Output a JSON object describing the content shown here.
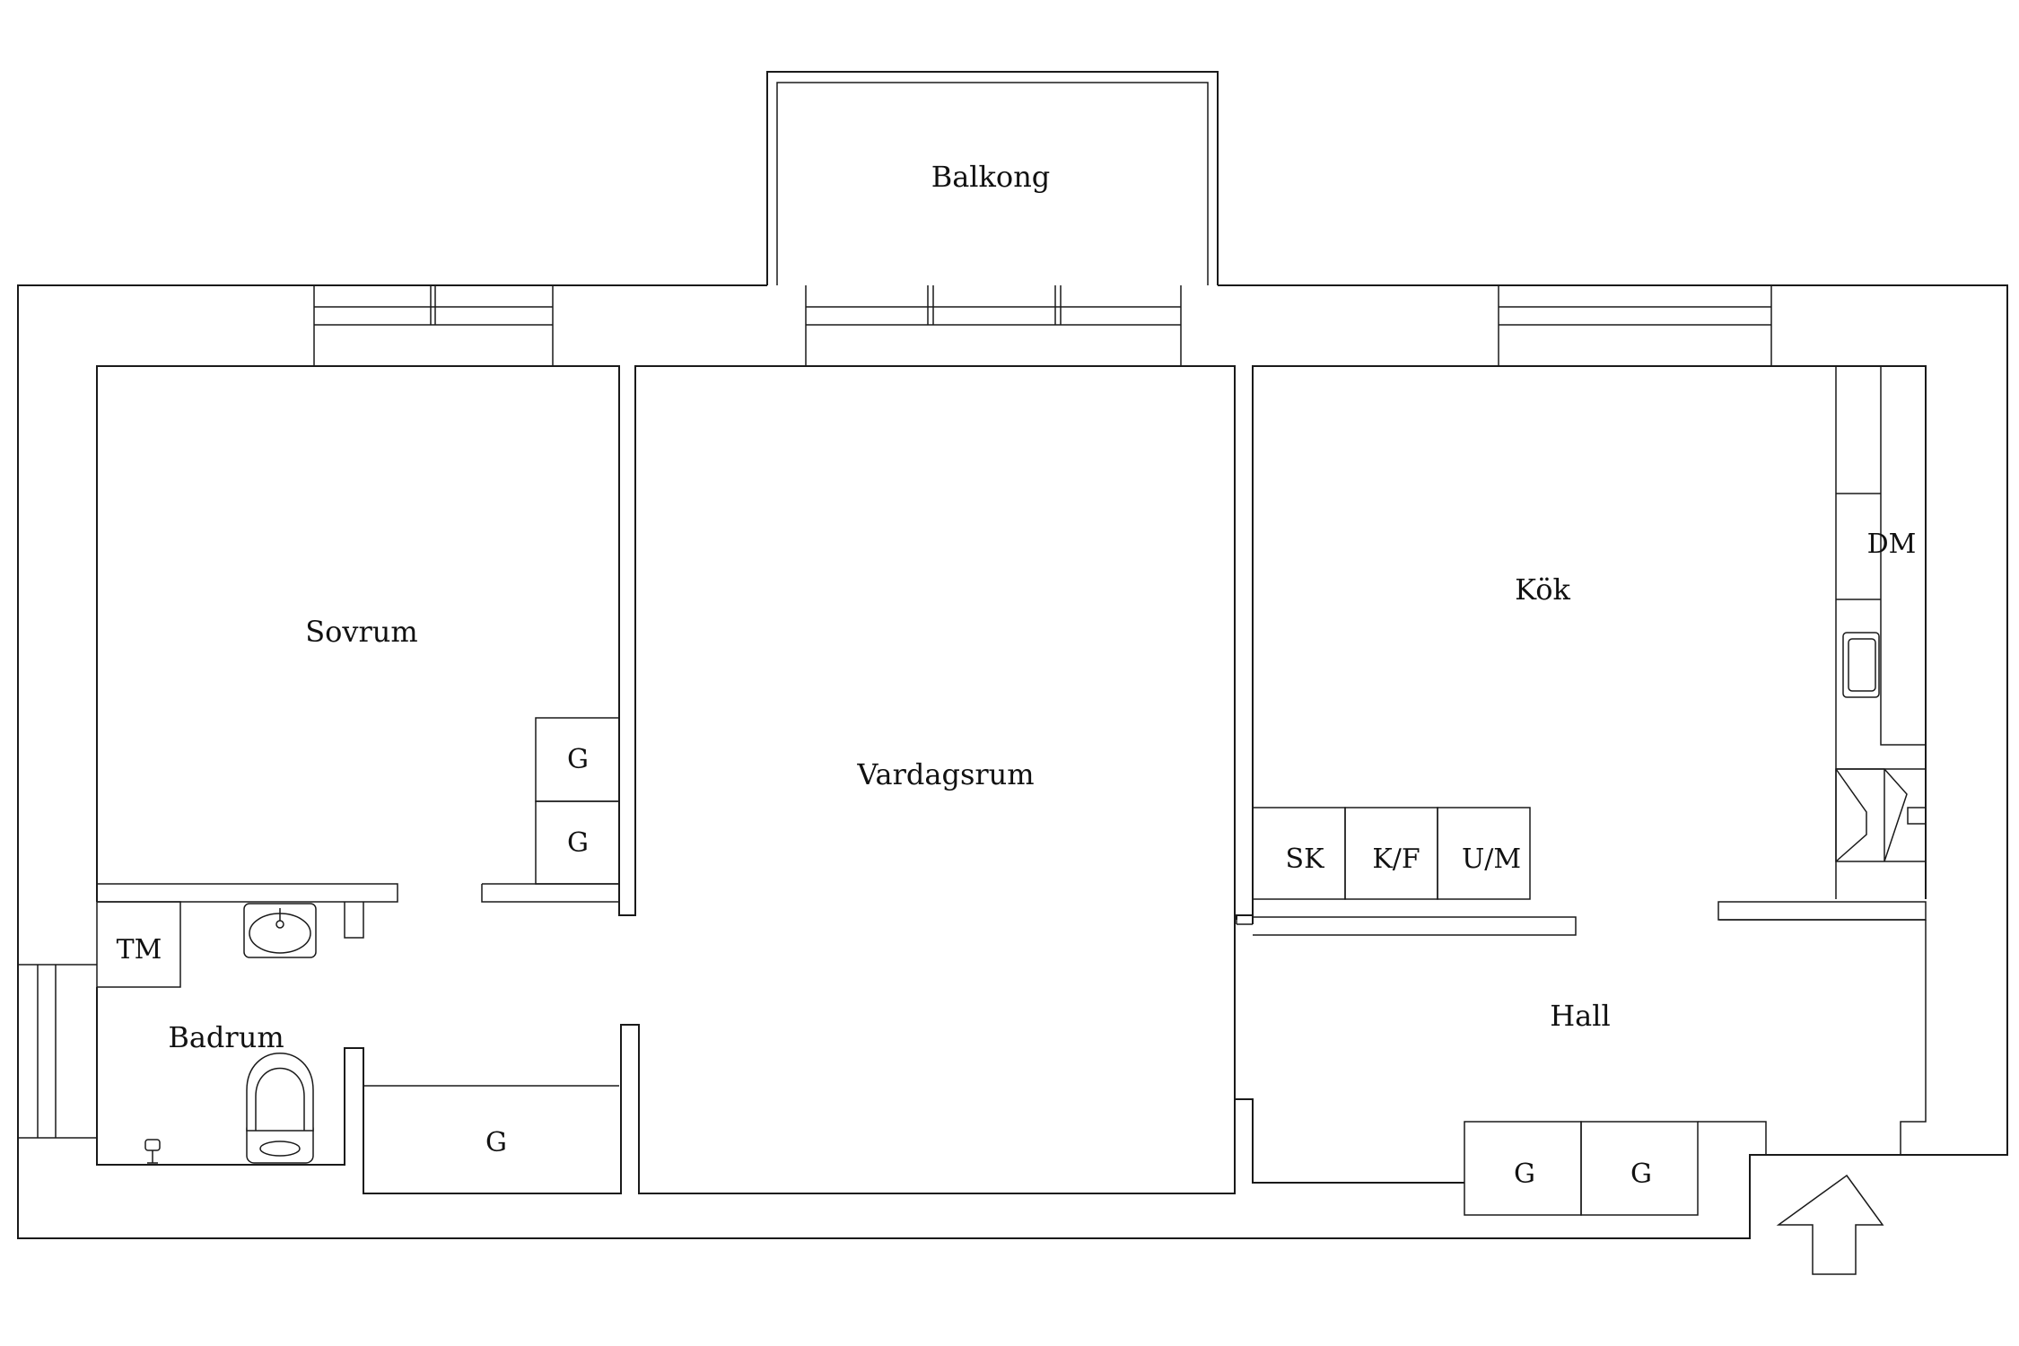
{
  "rooms": {
    "balkong": "Balkong",
    "sovrum": "Sovrum",
    "vardagsrum": "Vardagsrum",
    "kok": "Kök",
    "hall": "Hall",
    "badrum": "Badrum"
  },
  "fixtures": {
    "dm": "DM",
    "sk": "SK",
    "kf": "K/F",
    "um": "U/M",
    "tm": "TM",
    "g": "G"
  },
  "icons": {
    "entrance": "entrance-arrow-icon",
    "toilet": "toilet-icon",
    "sink": "sink-icon",
    "kitchen_sink": "kitchen-sink-icon",
    "stove": "stove-icon",
    "faucet": "faucet-icon"
  }
}
